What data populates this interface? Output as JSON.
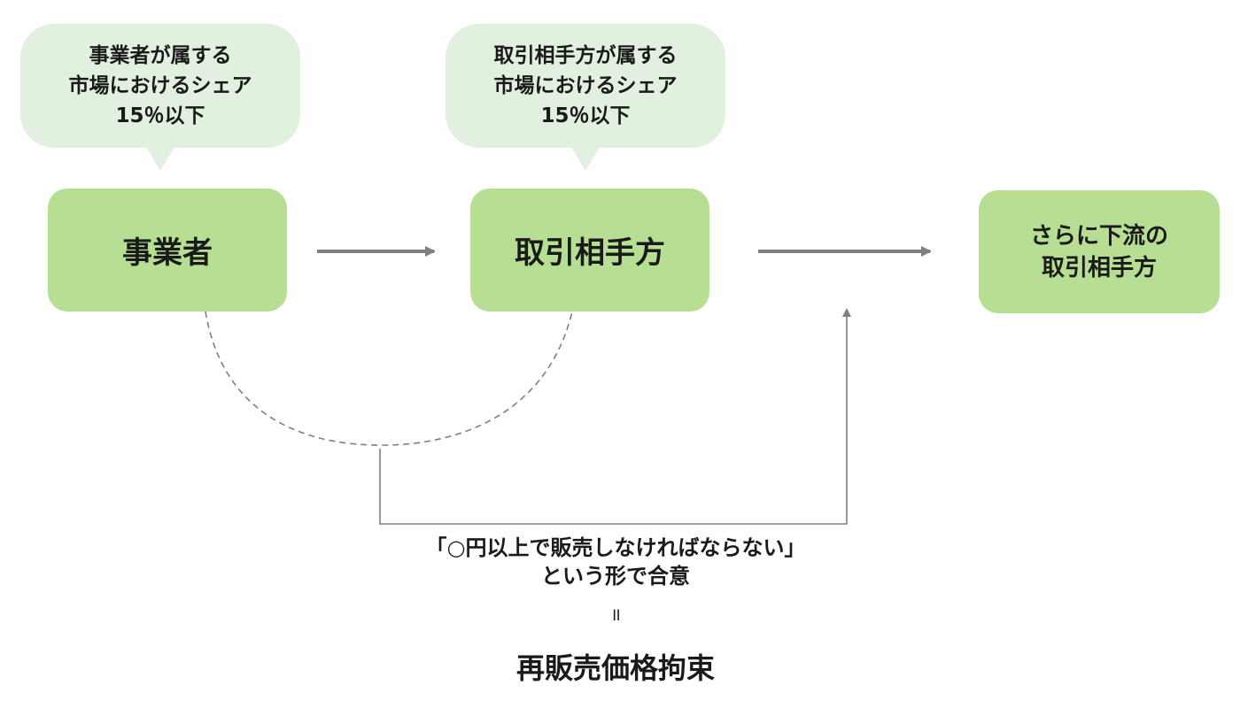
{
  "diagram": {
    "title": "再販売価格拘束",
    "colors": {
      "node_fill": "#b7df93",
      "bubble_fill": "#e2f0df",
      "arrow": "#7f7f7f",
      "text": "#1a1a1a"
    },
    "bubbles": [
      {
        "text": "事業者が属する\n市場におけるシェア\n15％以下"
      },
      {
        "text": "取引相手方が属する\n市場におけるシェア\n15％以下"
      }
    ],
    "nodes": [
      {
        "label": "事業者"
      },
      {
        "label": "取引相手方"
      },
      {
        "label": "さらに下流の\n取引相手方"
      }
    ],
    "agreement": {
      "line1": "「○円以上で販売しなければならない」",
      "line2": "という形で合意",
      "equals": "॥"
    },
    "conclusion": "再販売価格拘束"
  }
}
